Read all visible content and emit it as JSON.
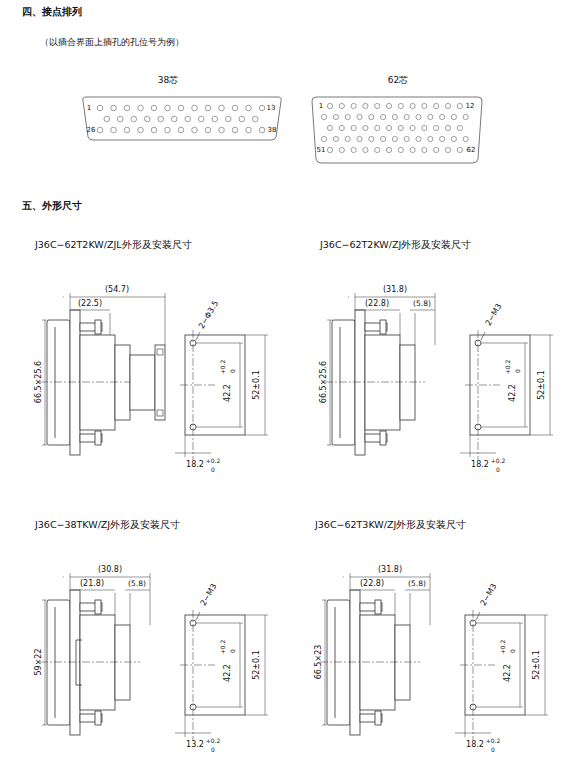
{
  "diagram": {
    "labels": [
      "四、接点排列",
      "（以插合界面上插孔的孔位号为例）",
      "38芯",
      "62芯",
      "1",
      "13",
      "26",
      "38",
      "1",
      "12",
      "51",
      "62",
      "五、外形尺寸",
      "J36C−62T2KW/ZJL外形及安装尺寸",
      "(54.7)",
      "(22.5)",
      "66.5×25.6",
      "2−Φ3.5",
      "42.2",
      "+0.2",
      "0",
      "52±0.1",
      "18.2",
      "+0.2",
      "0",
      "J36C−62T2KW/ZJ外形及安装尺寸",
      "(31.8)",
      "(22.8)",
      "(5.8)",
      "66.5×25.6",
      "2−M3",
      "42.2",
      "+0.2",
      "0",
      "52±0.1",
      "18.2",
      "+0.2",
      "0",
      "J36C−38TKW/ZJ外形及安装尺寸",
      "(30.8)",
      "(21.8)",
      "(5.8)",
      "59×22",
      "2−M3",
      "42.2",
      "+0.2",
      "0",
      "52±0.1",
      "13.2",
      "+0.2",
      "0",
      "J36C−62T3KW/ZJ外形及安装尺寸",
      "(31.8)",
      "(22.8)",
      "(5.8)",
      "66.5×23",
      "2−M3",
      "42.2",
      "+0.2",
      "0",
      "52±0.1",
      "18.2",
      "+0.2",
      "0"
    ]
  }
}
